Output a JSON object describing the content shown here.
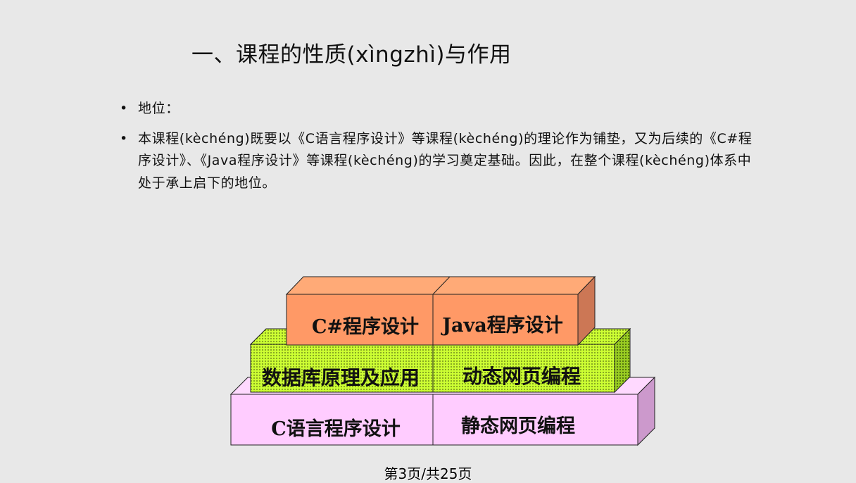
{
  "slide": {
    "title": "一、课程的性质(xìngzhì)与作用",
    "bullets": [
      {
        "marker": "•",
        "text": "地位："
      },
      {
        "marker": "•",
        "text": "本课程(kèchéng)既要以《C语言程序设计》等课程(kèchéng)的理论作为铺垫，又为后续的《C#程序设计》、《Java程序设计》等课程(kèchéng)的学习奠定基础。因此，在整个课程(kèchéng)体系中处于承上启下的地位。"
      }
    ],
    "diagram": {
      "top_left": "C#程序设计",
      "top_right": "Java程序设计",
      "middle_left": "数据库原理及应用",
      "middle_right": "动态网页编程",
      "bottom_left": "C语言程序设计",
      "bottom_right": "静态网页编程"
    },
    "colors": {
      "top": "#ff9966",
      "middle": "#ccff33",
      "bottom": "#ffccff",
      "background": "#e8e8e8"
    },
    "page_number": "第3页/共25页"
  }
}
